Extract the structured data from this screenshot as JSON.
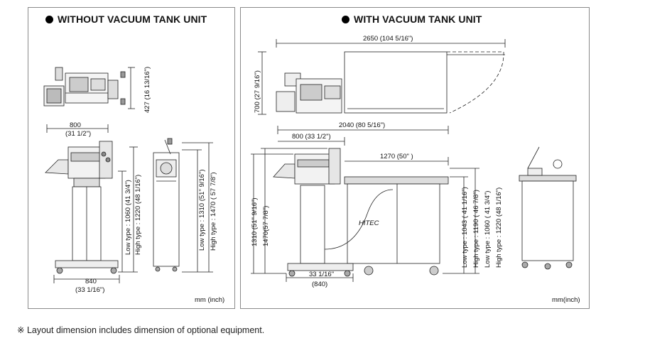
{
  "panel_left": {
    "title": "WITHOUT VACUUM TANK UNIT",
    "unit": "mm (inch)",
    "dims": {
      "depth": "427 (16 13/16\")",
      "width_mm": "800",
      "width_in": "(31 1/2\")",
      "base_mm": "840",
      "base_in": "(33 1/16\")",
      "front_low": "Low type : 1060 (41 3/4\")",
      "front_high": "High type : 1220 (48 1/16\")",
      "side_low": "Low type : 1310 (51\" 9/16\")",
      "side_high": "High type : 1470 ( 57 7/8\")"
    }
  },
  "panel_right": {
    "title": "WITH VACUUM TANK UNIT",
    "unit": "mm(inch)",
    "dims": {
      "overall": "2650 (104 5/16\")",
      "depth": "700 (27 9/16\")",
      "length": "2040 (80 5/16\")",
      "machine_width": "800 (33 1/2\")",
      "tank": "1270 (50\" )",
      "height_low": "1310 (51\" 9/16\")",
      "height_high": "1470(57 7/8\")",
      "base_in": "33 1/16\"",
      "base_mm": "(840)",
      "tank_low": "Low type : 1043 ( 41 1/16\")",
      "tank_high": "High type : 1190 ( 46 7/8\")",
      "side_low": "Low type : 1060 ( 41 3/4\")",
      "side_high": "High type : 1220 (48 1/16\")"
    }
  },
  "brand_label": "HITEC",
  "footnote": "※ Layout dimension includes dimension of optional equipment."
}
